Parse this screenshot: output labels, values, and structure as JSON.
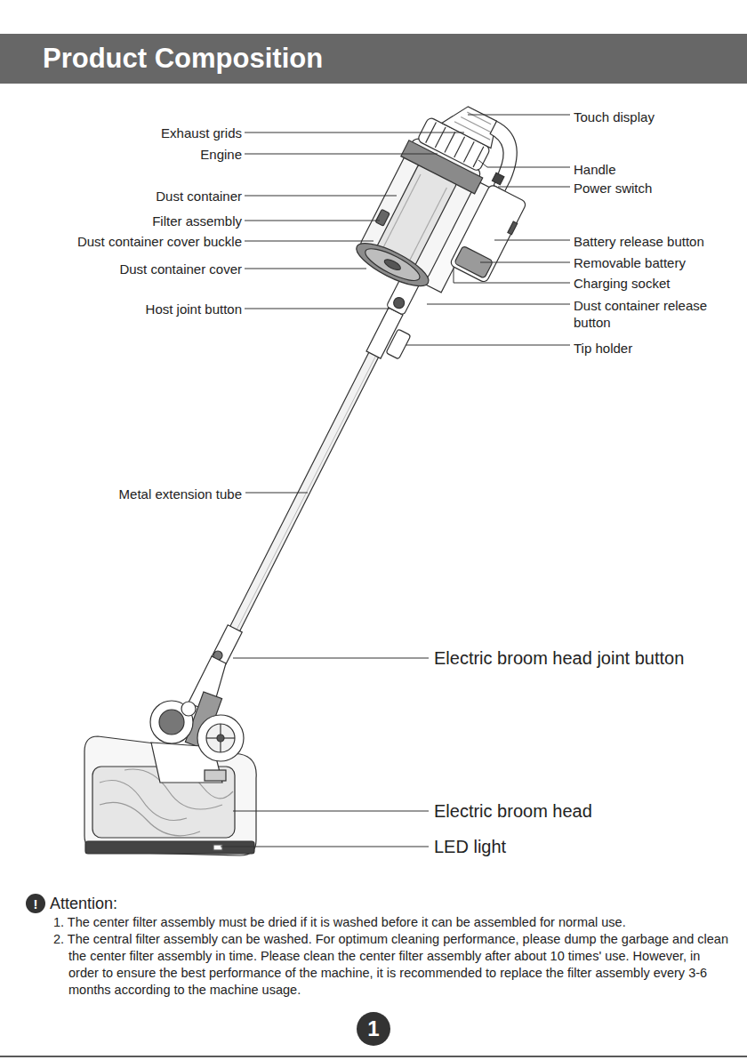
{
  "diagram": {
    "title": "Product Composition",
    "nodes": [
      {
        "text": [
          "!"
        ]
      },
      {
        "text": [
          "1"
        ]
      }
    ],
    "labels": [
      "Exhaust grids",
      "Engine",
      "Dust container",
      "Filter assembly",
      "Dust container cover buckle",
      "Dust container cover",
      "Host joint button",
      "Metal extension tube",
      "Touch display",
      "Handle",
      "Power switch",
      "Battery release button",
      "Removable battery",
      "Charging socket",
      "Dust container release button",
      "Tip holder",
      "Electric broom head joint button",
      "Electric broom head",
      "LED light",
      "Attention:",
      "1. The center filter assembly must be dried if it is washed before it can be assembled for normal use.",
      "2. The central filter assembly can be washed. For optimum cleaning performance, please dump the garbage and clean the center filter assembly in time. Please clean the center filter assembly after about 10 times' use. However, in order to ensure the best performance of the machine, it is recommended to replace the filter assembly every 3-6 months according to the machine usage."
    ]
  }
}
